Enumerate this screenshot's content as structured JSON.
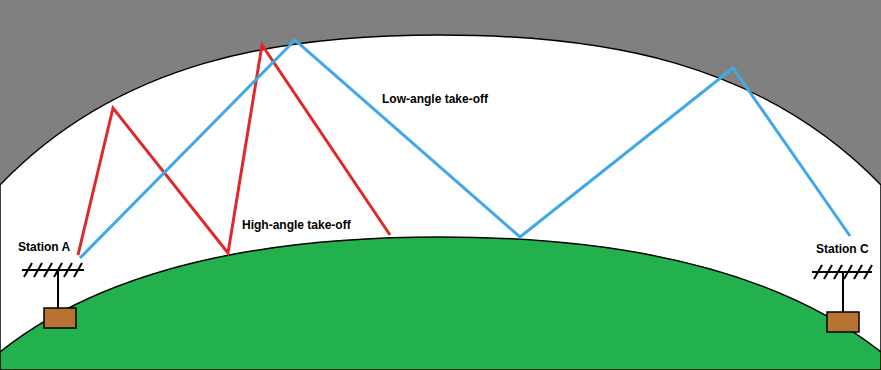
{
  "diagram": {
    "labels": [
      "Station A",
      "Low-angle take-off",
      "High-angle take-off",
      "Station C"
    ]
  }
}
